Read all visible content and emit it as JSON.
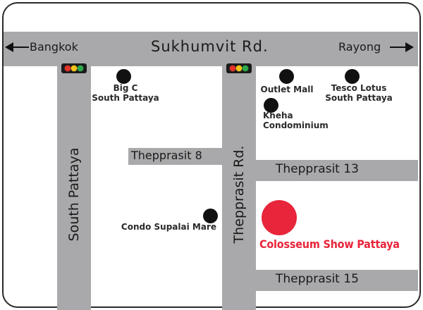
{
  "roads": {
    "main": "Sukhumvit Rd.",
    "west_destination": "Bangkok",
    "east_destination": "Rayong",
    "south_pattaya": "South Pattaya",
    "thepprasit_rd": "Thepprasit Rd.",
    "thepprasit_8": "Thepprasit 8",
    "thepprasit_13": "Thepprasit 13",
    "thepprasit_15": "Thepprasit 15"
  },
  "landmarks": {
    "big_c": [
      "Big C",
      "South Pattaya"
    ],
    "outlet_mall": [
      "Outlet Mall"
    ],
    "tesco_lotus": [
      "Tesco Lotus",
      "South Pattaya"
    ],
    "kheha": [
      "Kheha",
      "Condominium"
    ],
    "condo_supalai": [
      "Condo Supalai Mare"
    ]
  },
  "venue": {
    "name": "Colosseum Show Pattaya",
    "color": "#e8253a"
  },
  "colors": {
    "road": "#a9a9ab",
    "marker": "#111111",
    "traffic_red": "#e2322b",
    "traffic_yellow": "#f2c21b",
    "traffic_green": "#2da84a"
  },
  "icons": {
    "traffic_light": "traffic-light-icon",
    "left_arrow": "arrow-left-icon",
    "right_arrow": "arrow-right-icon"
  }
}
